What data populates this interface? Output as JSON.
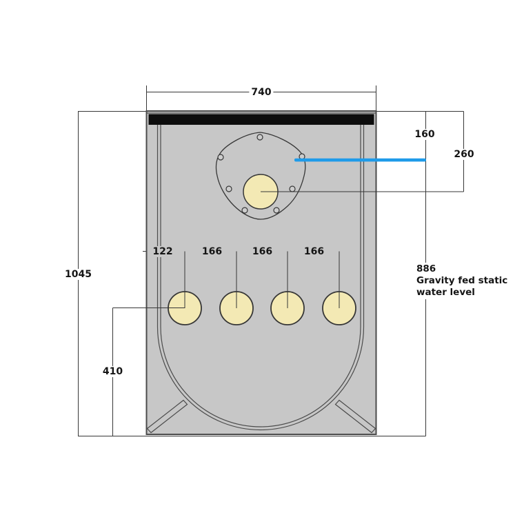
{
  "colors": {
    "background": "#ffffff",
    "tank_body": "#c7c7c7",
    "tank_outline": "#4b4b4b",
    "dim_line": "#363636",
    "label_text": "#151515",
    "top_seal": "#0d0d0d",
    "hole_fill": "#f3e9b4",
    "bolt_fill": "#cdcdcd",
    "water_line": "#1e9be9"
  },
  "dimensions": {
    "overall_width": "740",
    "overall_height": "1045",
    "top_to_water_level": "160",
    "top_to_outlet_center": "260",
    "static_water_level": "886",
    "static_water_note_line1": "Gravity fed static",
    "static_water_note_line2": "water level",
    "edge_to_first_port": "122",
    "port_spacing_1": "166",
    "port_spacing_2": "166",
    "port_spacing_3": "166",
    "first_port_to_base": "410"
  }
}
